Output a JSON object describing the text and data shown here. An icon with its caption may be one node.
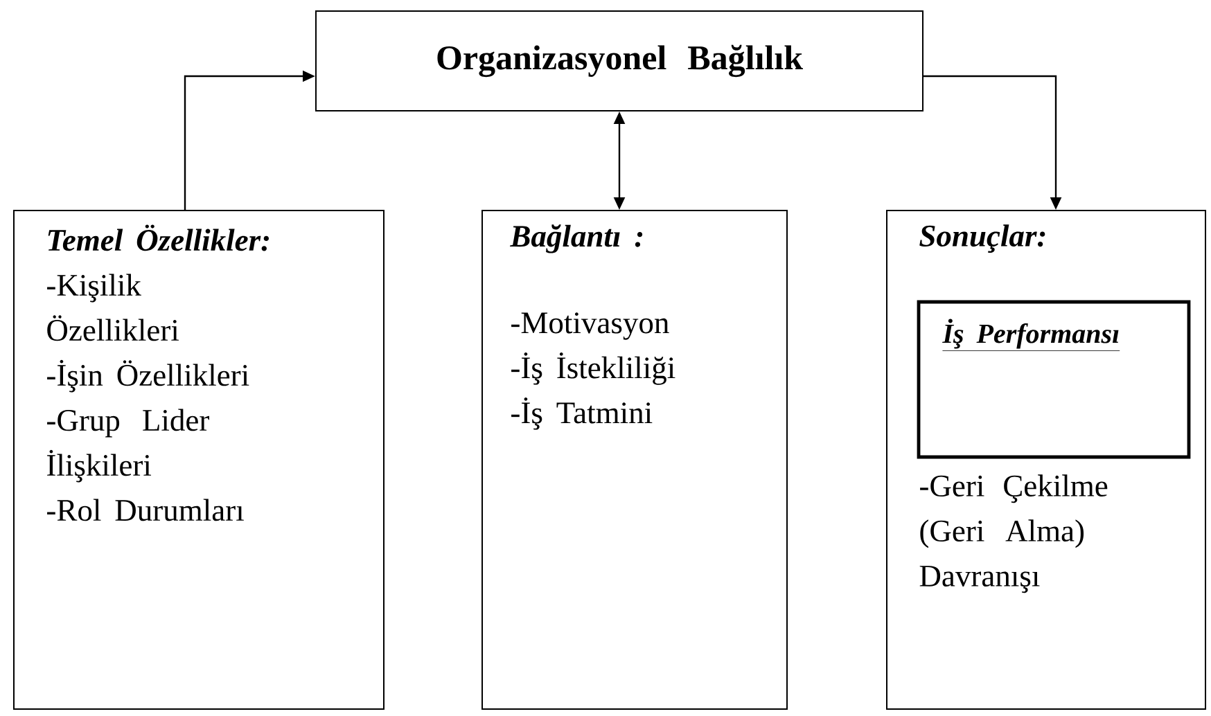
{
  "diagram": {
    "nodes": [
      {
        "text": [
          "Organizasyonel  Bağlılık"
        ]
      },
      {
        "text": [
          "Temel Özellikler:",
          "-Kişilik Özellikleri",
          "-İşin Özellikleri",
          "-Grup Lider İlişkileri",
          "-Rol Durumları"
        ]
      },
      {
        "text": [
          "Bağlantı :",
          "-Motivasyon",
          "-İş İstekliliği",
          "-İş Tatmini"
        ]
      },
      {
        "text": [
          "Sonuçlar:",
          "-Geri Çekilme (Geri Alma) Davranışı"
        ]
      },
      {
        "text": [
          "İş Performansı"
        ],
        "in": 3
      }
    ],
    "edges": [
      {
        "from": 1,
        "to": 0,
        "arrow": "to"
      },
      {
        "from": 0,
        "to": 2,
        "arrow": "both"
      },
      {
        "from": 0,
        "to": 3,
        "arrow": "to"
      }
    ]
  }
}
